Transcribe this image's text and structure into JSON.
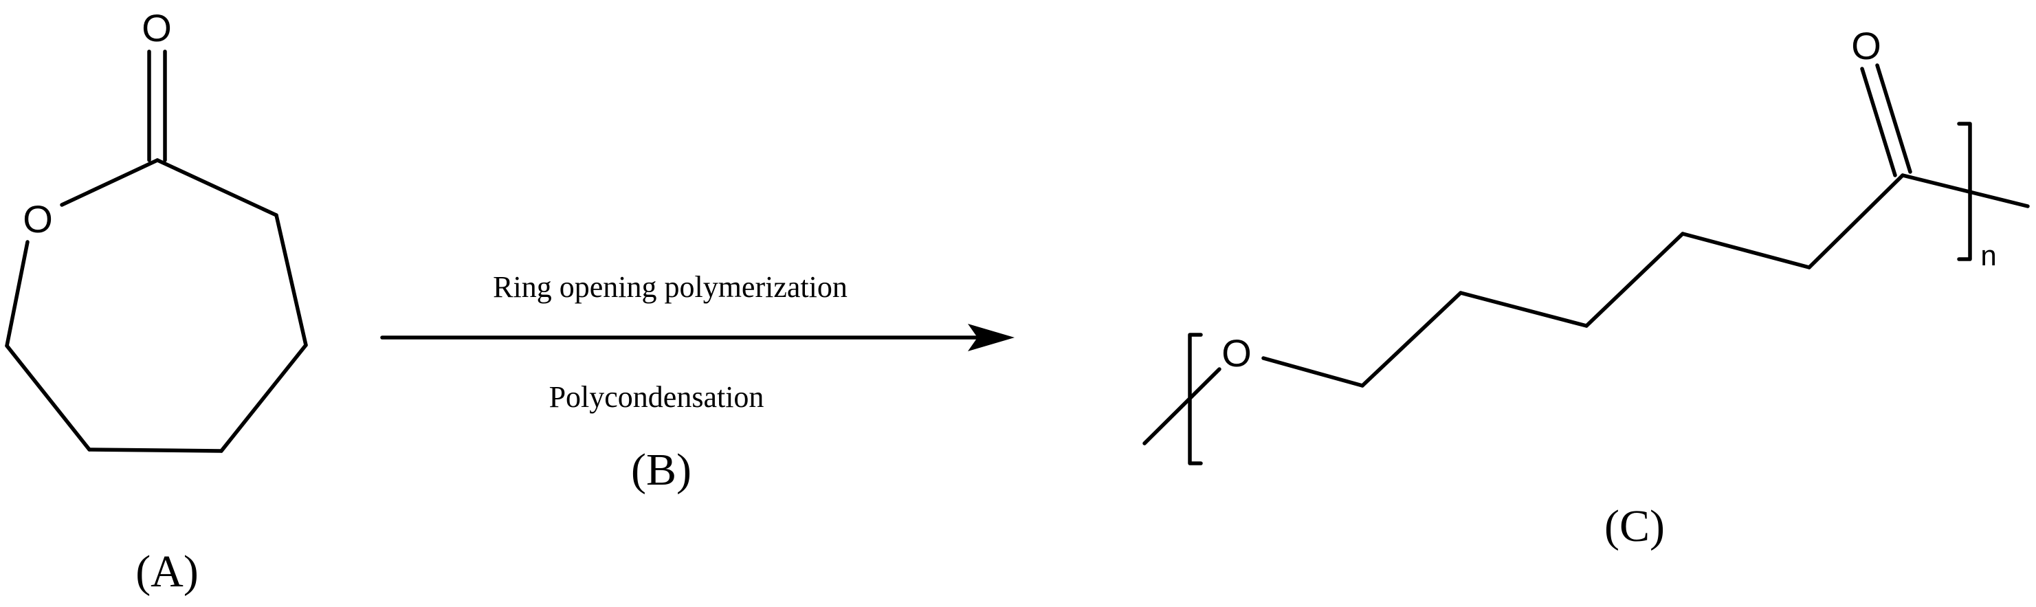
{
  "reactant": {
    "label": "(A)",
    "atoms": {
      "carbonyl_oxygen": "O",
      "ring_oxygen": "O"
    }
  },
  "reaction": {
    "label": "(B)",
    "condition_above": "Ring opening polymerization",
    "condition_below": "Polycondensation"
  },
  "product": {
    "label": "(C)",
    "atoms": {
      "carbonyl_oxygen": "O",
      "chain_oxygen": "O"
    },
    "repeat_subscript": "n"
  }
}
